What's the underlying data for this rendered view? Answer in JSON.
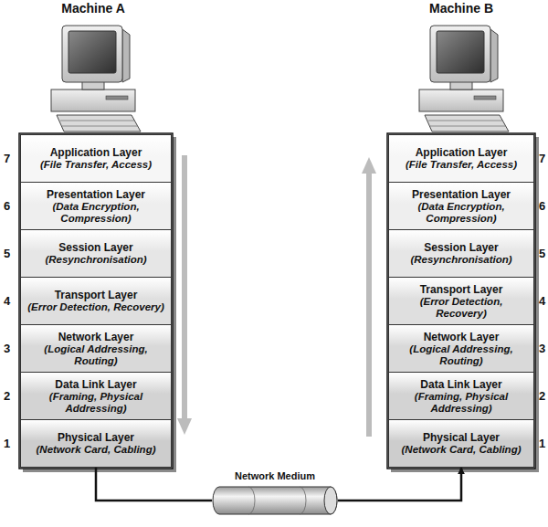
{
  "diagram": {
    "nodes": [
      {
        "text": [
          "Application Layer",
          "(File Transfer, Access)"
        ]
      },
      {
        "text": [
          "Presentation Layer",
          "(Data Encryption, Compression)"
        ]
      },
      {
        "text": [
          "Session Layer",
          "(Resynchronisation)"
        ]
      },
      {
        "text": [
          "Transport Layer",
          "(Error Detection, Recovery)"
        ]
      },
      {
        "text": [
          "Network Layer",
          "(Logical Addressing, Routing)"
        ]
      },
      {
        "text": [
          "Data Link Layer",
          "(Framing, Physical Addressing)"
        ]
      },
      {
        "text": [
          "Physical Layer",
          "(Network Card, Cabling)"
        ]
      },
      {
        "text": [
          "Application Layer",
          "(File Transfer, Access)"
        ]
      },
      {
        "text": [
          "Presentation Layer",
          "(Data Encryption, Compression)"
        ]
      },
      {
        "text": [
          "Session Layer",
          "(Resynchronisation)"
        ]
      },
      {
        "text": [
          "Transport Layer",
          "(Error Detection, Recovery)"
        ]
      },
      {
        "text": [
          "Network Layer",
          "(Logical Addressing, Routing)"
        ]
      },
      {
        "text": [
          "Data Link Layer",
          "(Framing, Physical Addressing)"
        ]
      },
      {
        "text": [
          "Physical Layer",
          "(Network Card, Cabling)"
        ]
      },
      {
        "text": [
          "Network Medium"
        ]
      }
    ],
    "edges": [
      {
        "from": 6,
        "to": 14,
        "arrow": "none"
      },
      {
        "from": 14,
        "to": 13,
        "arrow": "to"
      }
    ],
    "labels": [
      "Machine A",
      "Machine B",
      "7",
      "6",
      "5",
      "4",
      "3",
      "2",
      "1",
      "7",
      "6",
      "5",
      "4",
      "3",
      "2",
      "1"
    ]
  }
}
